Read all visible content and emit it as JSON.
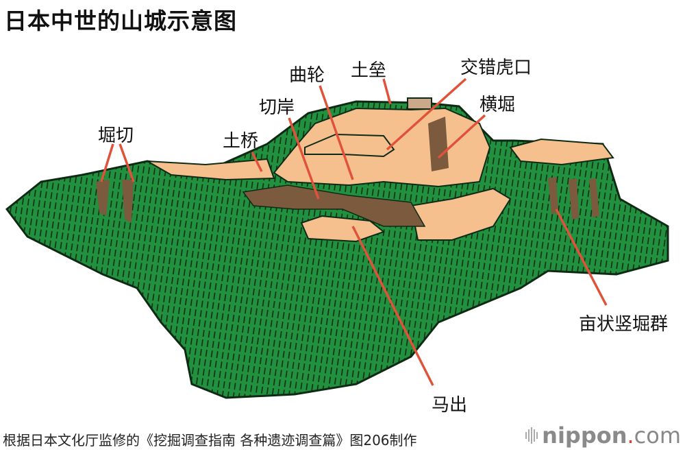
{
  "title": "日本中世的山城示意图",
  "labels": {
    "horikiri": "堀切",
    "dobashi": "土桥",
    "kirigishi": "切岸",
    "kuruwa": "曲轮",
    "dorui": "土垒",
    "kuichigai_koguchi": "交错虎口",
    "yokobori": "横堀",
    "uneshiki_tatebori": "亩状竖堀群",
    "umadashi": "马出"
  },
  "footer": {
    "source": "根据日本文化厅监修的《挖掘调查指南 各种遗迹调查篇》图206制作"
  },
  "logo": {
    "name": "nippon",
    "dot": ".",
    "suffix": "com"
  },
  "colors": {
    "slope": "#22913f",
    "flat": "#f6c08e",
    "ditch": "#7b5a3e",
    "leader": "#e0523a",
    "outline": "#0f2a14"
  }
}
